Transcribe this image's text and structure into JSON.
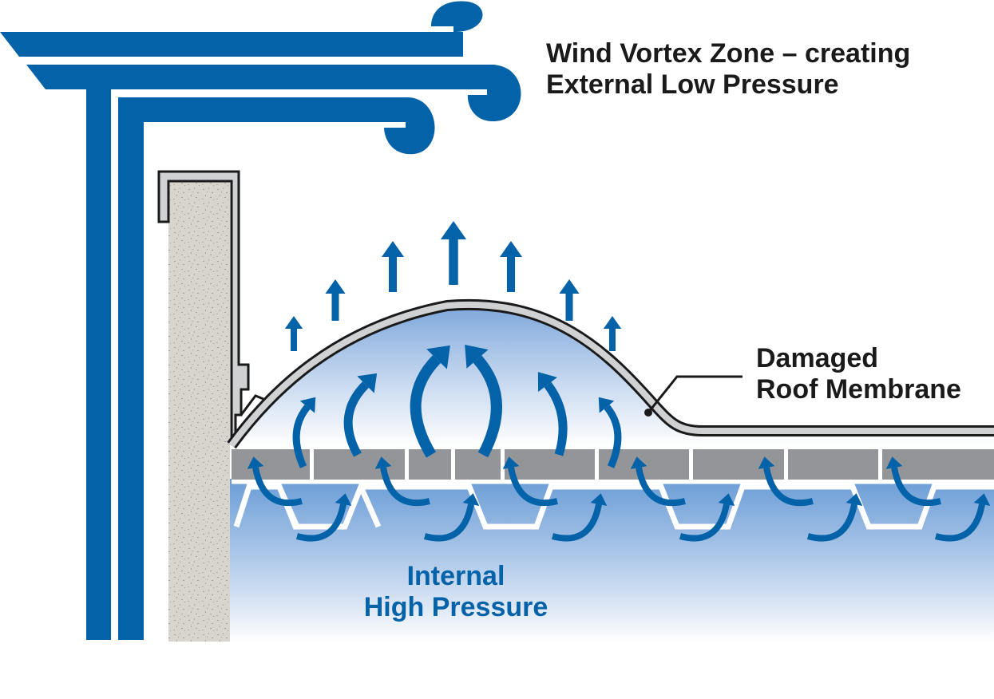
{
  "diagram": {
    "title": "Wind Uplift on Damaged Roof Membrane",
    "labels": {
      "vortex": {
        "line1": "Wind Vortex Zone – creating",
        "line2": "External Low Pressure"
      },
      "membrane": {
        "line1": "Damaged",
        "line2": "Roof Membrane"
      },
      "internal": {
        "line1": "Internal",
        "line2": "High Pressure"
      }
    },
    "elements": [
      {
        "id": "wind-streams",
        "icon": "wind-swirl-icon",
        "count": 3
      },
      {
        "id": "parapet-wall",
        "icon": "concrete-wall"
      },
      {
        "id": "roof-membrane",
        "icon": "membrane-bulge"
      },
      {
        "id": "insulation-boards",
        "icon": "board-row"
      },
      {
        "id": "metal-deck",
        "icon": "fluted-deck"
      },
      {
        "id": "uplift-arrows",
        "icon": "arrow-up-icon",
        "count": 7
      },
      {
        "id": "airflow-arrows",
        "icon": "curved-arrow-icon",
        "count": 6
      },
      {
        "id": "deck-airflow-arrows",
        "icon": "curved-arrow-icon",
        "count": 12
      }
    ],
    "colors": {
      "wind_blue": "#0462a8",
      "label_dark": "#1a1a1a",
      "concrete": "#d6d3cc",
      "insulation_gray": "#939598",
      "membrane_gray": "#cfd1d3",
      "pressure_light": "#eaf1fa",
      "pressure_mid": "#9dbde3",
      "pressure_deep": "#6f9fd6"
    }
  }
}
